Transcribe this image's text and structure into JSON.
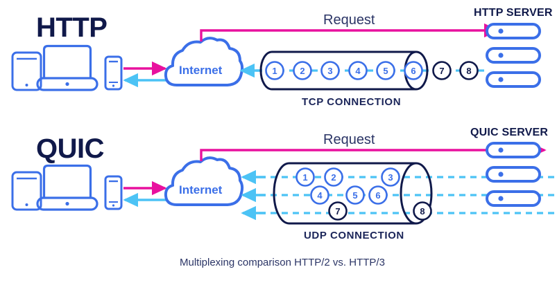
{
  "meta": {
    "caption": "Multiplexing comparison HTTP/2 vs. HTTP/3",
    "background": "#ffffff"
  },
  "colors": {
    "navy": "#10194a",
    "blue": "#3b6fe8",
    "cyan": "#4cc3f5",
    "magenta": "#e8119e",
    "text_dark": "#2b3566"
  },
  "sections": [
    {
      "id": "http",
      "title": "HTTP",
      "cloud_label": "Internet",
      "request_label": "Request",
      "server_label": "HTTP SERVER",
      "connection_label": "TCP CONNECTION",
      "devices": [
        "tablet-icon",
        "laptop-icon",
        "phone-icon"
      ],
      "packets_inside": [
        "1",
        "2",
        "3",
        "4",
        "5",
        "6"
      ],
      "packets_outside": [
        "7",
        "8"
      ],
      "response_streams": 1
    },
    {
      "id": "quic",
      "title": "QUIC",
      "cloud_label": "Internet",
      "request_label": "Request",
      "server_label": "QUIC SERVER",
      "connection_label": "UDP CONNECTION",
      "devices": [
        "tablet-icon",
        "laptop-icon",
        "phone-icon"
      ],
      "packets_row_1": [
        "1",
        "2",
        "3"
      ],
      "packets_row_2": [
        "4",
        "5",
        "6"
      ],
      "packets_row_3": [
        "7",
        "8"
      ],
      "response_streams": 3
    }
  ]
}
